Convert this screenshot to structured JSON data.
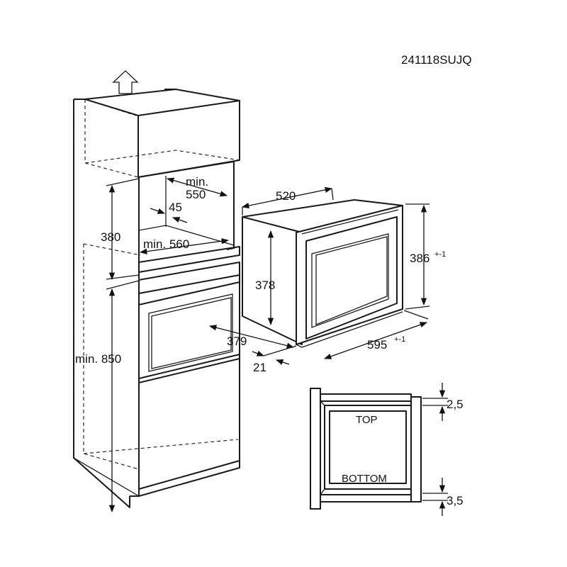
{
  "drawing_code": "241118SUJQ",
  "cabinet": {
    "ventilation_icon": "arrow-up-outline-icon",
    "dims": {
      "depth_min": "min.\n550",
      "top_gap": "45",
      "height_380": "380",
      "width_min": "min. 560",
      "floor_height_min": "min. 850"
    }
  },
  "appliance": {
    "dims": {
      "depth": "520",
      "height_front": "386",
      "height_front_tol": "+-1",
      "height_body": "378",
      "body_width": "379",
      "width_front": "595",
      "width_front_tol": "+-1",
      "frame_offset": "21"
    }
  },
  "section_detail": {
    "top_label": "TOP",
    "bottom_label": "BOTTOM",
    "gap_top": "2,5",
    "gap_bottom": "3,5"
  }
}
